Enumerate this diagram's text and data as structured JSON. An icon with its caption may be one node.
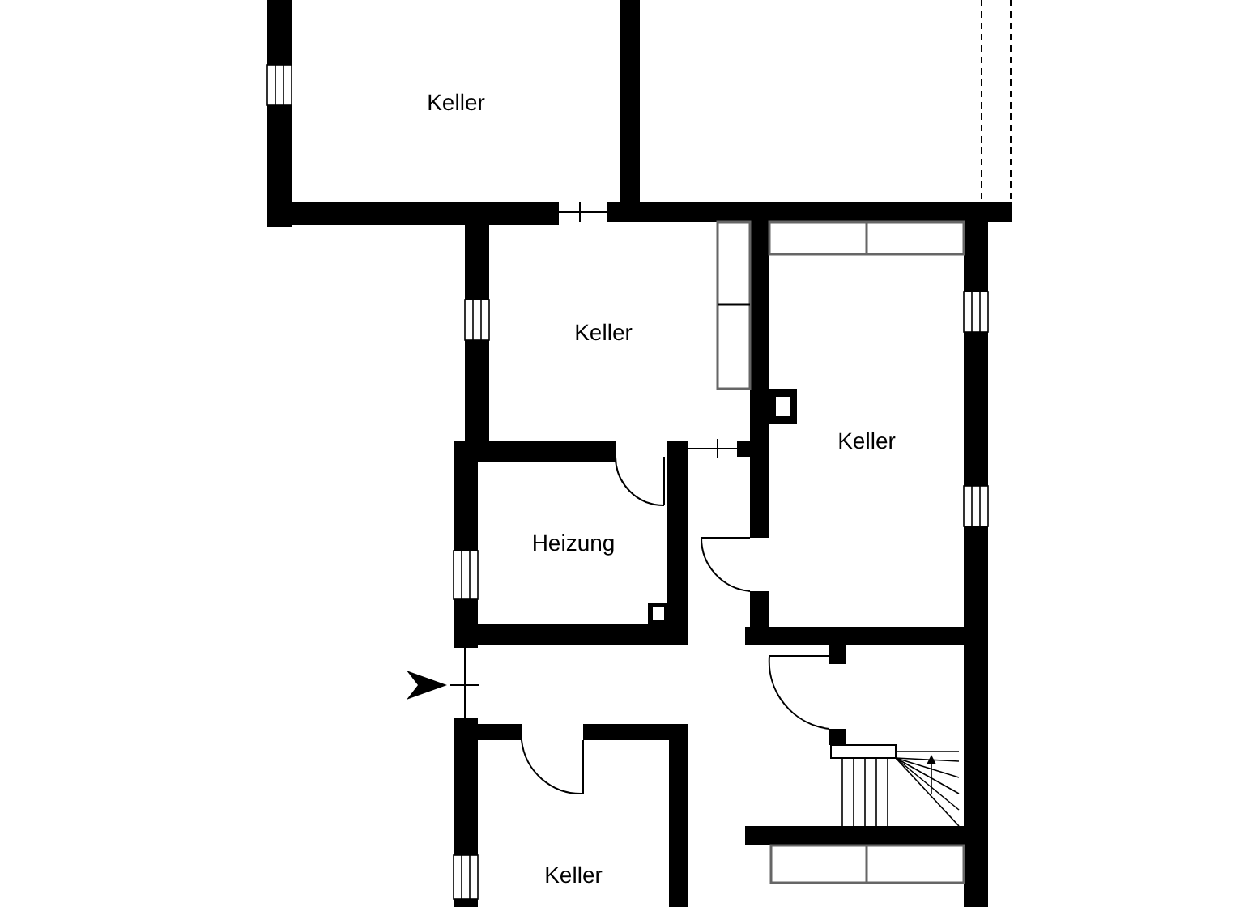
{
  "diagram": {
    "nodes": [
      {
        "text": [
          "Keller"
        ]
      },
      {
        "text": [
          "Keller"
        ]
      },
      {
        "text": [
          "Keller"
        ]
      },
      {
        "text": [
          "Heizung"
        ]
      },
      {
        "text": [
          "Keller"
        ]
      }
    ]
  }
}
